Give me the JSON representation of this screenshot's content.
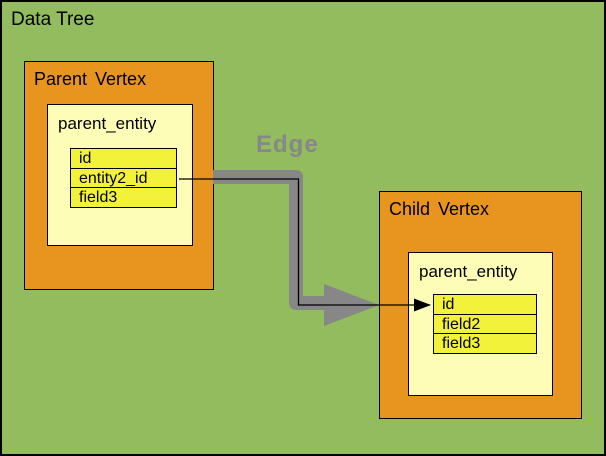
{
  "title": "Data Tree",
  "parent_vertex": {
    "label": "Parent Vertex",
    "entity": {
      "title": "parent_entity",
      "fields": [
        "id",
        "entity2_id",
        "field3"
      ]
    }
  },
  "child_vertex": {
    "label": "Child Vertex",
    "entity": {
      "title": "parent_entity",
      "fields": [
        "id",
        "field2",
        "field3"
      ]
    }
  },
  "edge": {
    "label": "Edge",
    "from_field": "entity2_id",
    "to_field": "id"
  },
  "colors": {
    "background_green": "#92BC5E",
    "vertex_orange": "#E8951F",
    "entity_pale_yellow": "#FDFDB8",
    "field_yellow": "#F2F23A",
    "edge_gray": "#878787",
    "border_black": "#000000"
  }
}
